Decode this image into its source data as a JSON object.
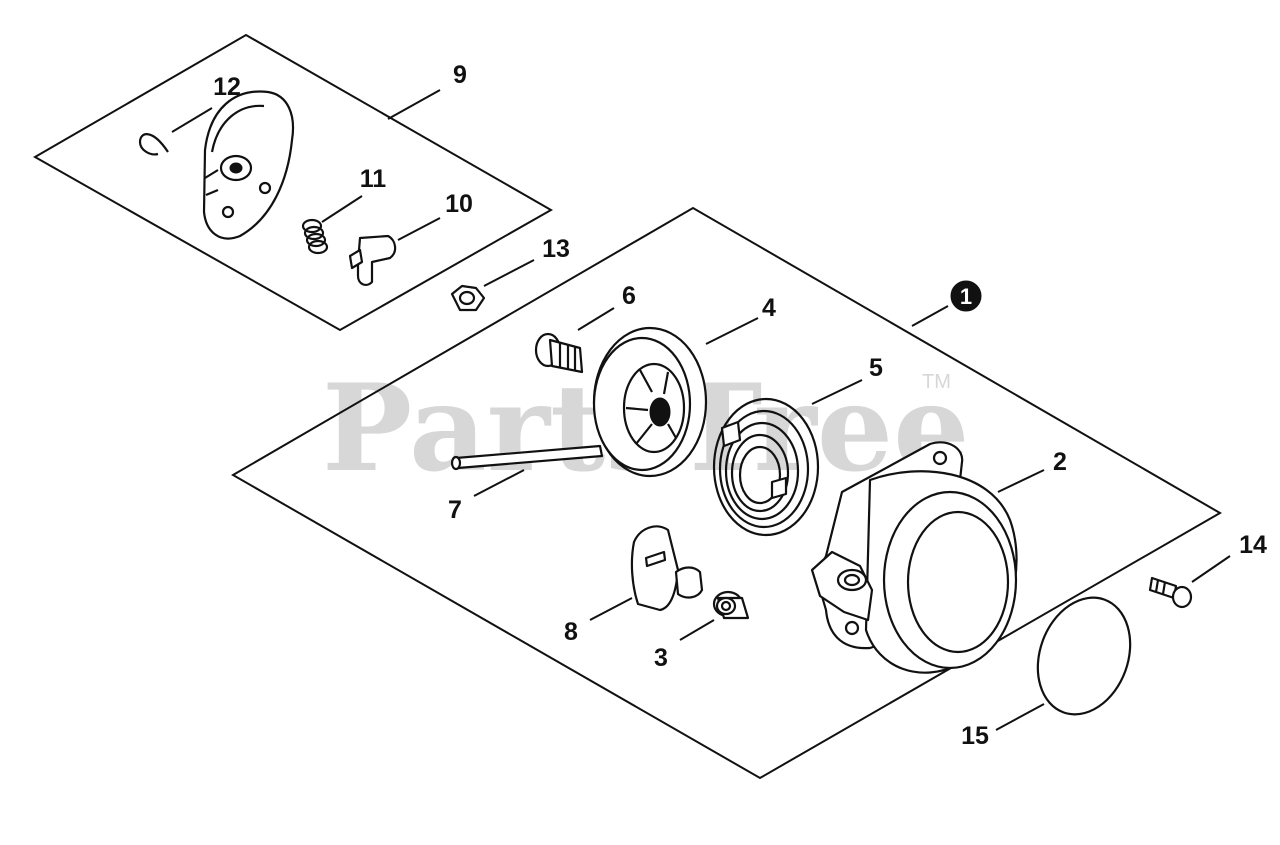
{
  "watermark": {
    "text": "PartsTree",
    "trademark": "TM"
  },
  "callouts": {
    "c1": "1",
    "c2": "2",
    "c3": "3",
    "c4": "4",
    "c5": "5",
    "c6": "6",
    "c7": "7",
    "c8": "8",
    "c9": "9",
    "c10": "10",
    "c11": "11",
    "c12": "12",
    "c13": "13",
    "c14": "14",
    "c15": "15"
  }
}
